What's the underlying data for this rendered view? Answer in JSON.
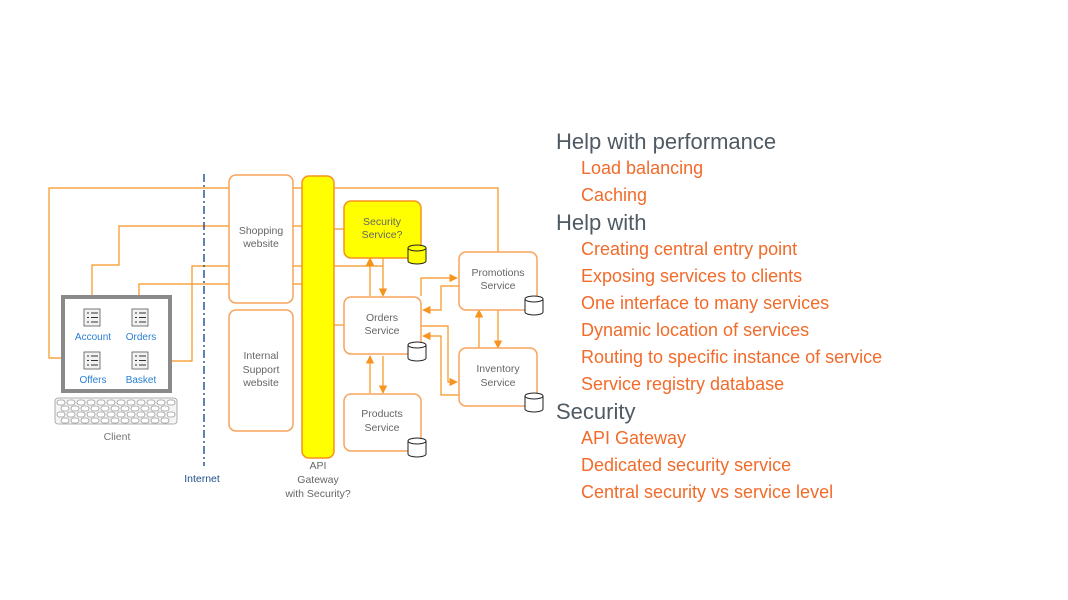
{
  "diagram": {
    "client": {
      "label": "Client",
      "apps": [
        {
          "label": "Account"
        },
        {
          "label": "Orders"
        },
        {
          "label": "Offers"
        },
        {
          "label": "Basket"
        }
      ]
    },
    "internet_label": "Internet",
    "shopping_website": {
      "line1": "Shopping",
      "line2": "website"
    },
    "internal_support": {
      "line1": "Internal",
      "line2": "Support",
      "line3": "website"
    },
    "api_gateway": {
      "line1": "API",
      "line2": "Gateway",
      "line3": "with Security?"
    },
    "services": {
      "security": {
        "line1": "Security",
        "line2": "Service?"
      },
      "orders": {
        "line1": "Orders",
        "line2": "Service"
      },
      "products": {
        "line1": "Products",
        "line2": "Service"
      },
      "promotions": {
        "line1": "Promotions",
        "line2": "Service"
      },
      "inventory": {
        "line1": "Inventory",
        "line2": "Service"
      }
    },
    "colors": {
      "connector": "#f7941d",
      "box_border": "#f7a35c",
      "gateway_fill": "#ffff00",
      "client_frame": "#808080",
      "internet_line": "#1f4e8c"
    }
  },
  "notes": [
    {
      "heading": "Help with performance",
      "items": [
        "Load balancing",
        "Caching"
      ]
    },
    {
      "heading": "Help with",
      "items": [
        "Creating central entry point",
        "Exposing services to clients",
        "One interface to many services",
        "Dynamic location of services",
        "Routing to specific instance of service",
        "Service registry database"
      ]
    },
    {
      "heading": "Security",
      "items": [
        "API Gateway",
        "Dedicated security service",
        "Central security vs service level"
      ]
    }
  ]
}
